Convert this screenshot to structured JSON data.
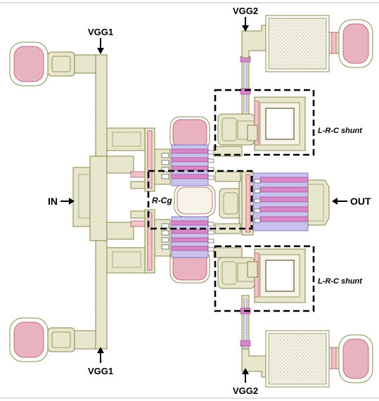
{
  "labels": {
    "vgg1_top": "VGG1",
    "vgg1_bottom": "VGG1",
    "vgg2_top": "VGG2",
    "vgg2_bottom": "VGG2",
    "input": "IN",
    "output": "OUT",
    "rcg": "R-Cg",
    "lrc_top": "L-R-C shunt",
    "lrc_bottom": "L-R-C shunt"
  },
  "colors": {
    "metal": "#ece9cf",
    "trace": "#8a8a52",
    "pad_pink": "#efb9c5",
    "finger_magenta": "#d986c9",
    "finger_bg": "#c9c2ef",
    "resistor": "#f3c3c8",
    "dashed_box": "#000000"
  }
}
